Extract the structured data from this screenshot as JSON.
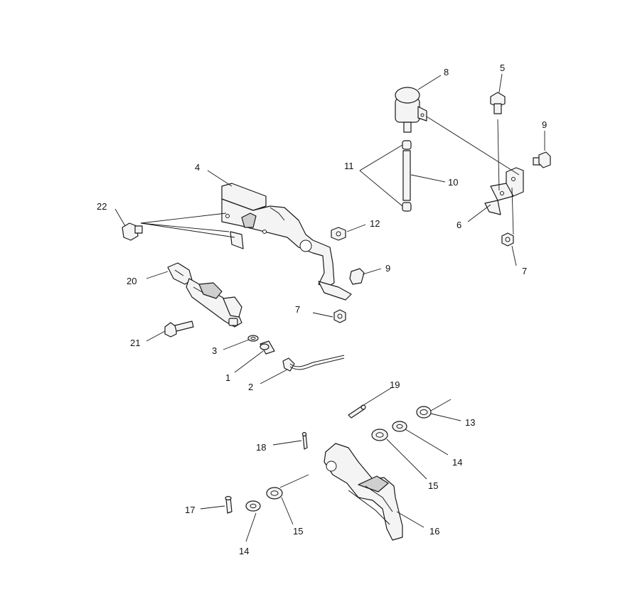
{
  "diagram": {
    "callouts": {
      "c1": "1",
      "c2": "2",
      "c3": "3",
      "c4": "4",
      "c5": "5",
      "c6": "6",
      "c7a": "7",
      "c7b": "7",
      "c8": "8",
      "c9a": "9",
      "c9b": "9",
      "c10": "10",
      "c11": "11",
      "c12": "12",
      "c13": "13",
      "c14a": "14",
      "c14b": "14",
      "c15a": "15",
      "c15b": "15",
      "c16": "16",
      "c17": "17",
      "c18": "18",
      "c19": "19",
      "c20": "20",
      "c21": "21",
      "c22": "22"
    }
  }
}
